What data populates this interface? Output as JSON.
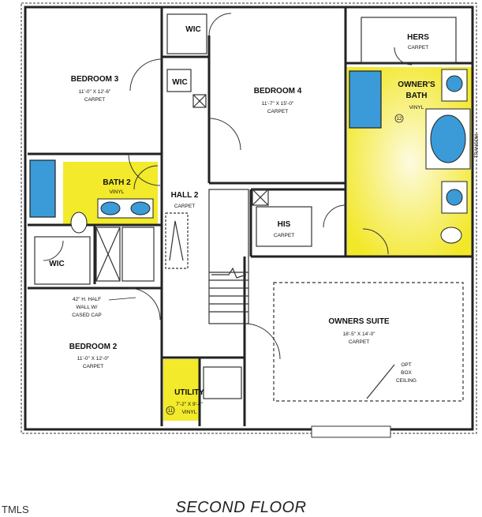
{
  "rooms": {
    "bedroom3": {
      "name": "BEDROOM 3",
      "dims": "11'-0\" X 12'-6\"",
      "material": "CARPET"
    },
    "bedroom4": {
      "name": "BEDROOM 4",
      "dims": "11'-7\" X 15'-0\"",
      "material": "CARPET"
    },
    "bedroom2": {
      "name": "BEDROOM 2",
      "dims": "11'-0\" X 12'-0\"",
      "material": "CARPET"
    },
    "owners_suite": {
      "name": "OWNERS SUITE",
      "dims": "18'-5\" X 14'-0\"",
      "material": "CARPET"
    },
    "owners_bath": {
      "name_line1": "OWNER'S",
      "name_line2": "BATH",
      "material": "VINYL"
    },
    "bath2": {
      "name": "BATH 2",
      "material": "VINYL"
    },
    "hall2": {
      "name": "HALL 2",
      "material": "CARPET"
    },
    "hers": {
      "name": "HERS",
      "material": "CARPET"
    },
    "his": {
      "name": "HIS",
      "material": "CARPET"
    },
    "utility": {
      "name": "UTILITY",
      "dims": "7'-2\" X 9'-4\"",
      "material": "VINYL"
    },
    "wic_top": {
      "name": "WIC"
    },
    "wic_mid": {
      "name": "WIC"
    },
    "wic_left": {
      "name": "WIC"
    }
  },
  "notes": {
    "half_wall_1": "42\" H. HALF",
    "half_wall_2": "WALL W/",
    "half_wall_3": "CASED CAP",
    "opt_box_1": "OPT",
    "opt_box_2": "BOX",
    "opt_box_3": "CEILING",
    "transom": "TRANSOM",
    "marker_12": "12",
    "marker_11": "11"
  },
  "caption": "SECOND FLOOR",
  "watermark": "TMLS",
  "colors": {
    "wet_area": "#f4ee2a",
    "fixture_blue": "#3a9bd8",
    "wall": "#222222",
    "highlight": "#fbf7c4"
  }
}
